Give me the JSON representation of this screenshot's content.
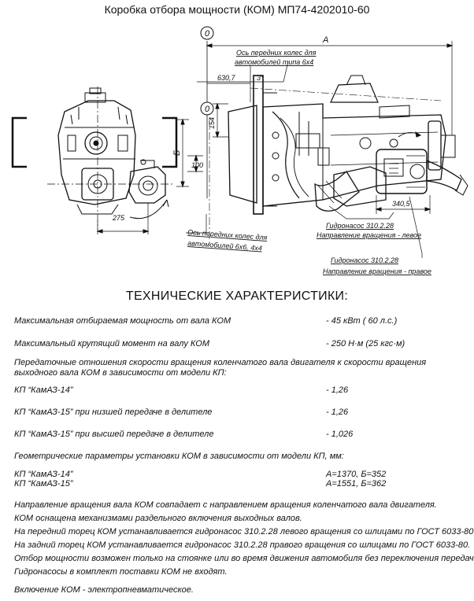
{
  "title": "Коробка отбора мощности (КОМ) МП74-4202010-60",
  "drawing": {
    "label_zero_top": "0",
    "label_zero_mid": "0",
    "label_A": "A",
    "label_B": "Б",
    "dim_630": "630,7",
    "dim_3deg": "3°",
    "dim_154": "154",
    "dim_100": "100",
    "dim_275": "275",
    "dim_340": "340,5",
    "axis_6x4_line1": "Ось передних колес для",
    "axis_6x4_line2": "автомобилей типа 6х4",
    "axis_6x6_line1": "Ось передних колес для",
    "axis_6x6_line2": "автомобилей 6х6, 4х4",
    "pump_left_name": "Гидронасос 310.2.28",
    "pump_left_dir": "Направление вращения - левое",
    "pump_right_name": "Гидронасос 310.2.28",
    "pump_right_dir": "Направление вращения - правое"
  },
  "specs_title": "ТЕХНИЧЕСКИЕ ХАРАКТЕРИСТИКИ:",
  "specs": {
    "power_label": "Максимальная отбираемая мощность от вала КОМ",
    "power_value": "-  45 кВт ( 60 л.с.)",
    "torque_label": "Максимальный крутящий момент на валу КОМ",
    "torque_value": "- 250 Н·м (25 кгс·м)",
    "ratio_intro_1": "Передаточные отношения скорости вращения коленчатого вала двигателя к скорости вращения",
    "ratio_intro_2": "выходного вала КОМ в зависимости от модели КП:",
    "ratio_1_label": "КП “КамАЗ-14”",
    "ratio_1_value": "- 1,26",
    "ratio_2_label": "КП “КамАЗ-15” при низшей передаче в делителе",
    "ratio_2_value": "- 1,26",
    "ratio_3_label": "КП “КамАЗ-15” при  высшей передаче в делителе",
    "ratio_3_value": "- 1,026",
    "geom_intro": "Геометрические параметры установки КОМ в зависимости от модели КП, мм:",
    "geom_1_label": "КП “КамАЗ-14”",
    "geom_1_value": "А=1370,  Б=352",
    "geom_2_label": "КП “КамАЗ-15”",
    "geom_2_value": "А=1551,  Б=362"
  },
  "notes": [
    "Направление вращения вала  КОМ  совпадает с направлением вращения коленчатого вала двигателя.",
    "КОМ оснащена механизмами раздельного включения выходных валов.",
    "На передний торец  КОМ  устанавливается гидронасос 310.2.28  левого вращения со шлицами по ГОСТ 6033-80.",
    "На задний торец  КОМ  устанавливается гидронасос 310.2.28 правого вращения со шлицами по ГОСТ 6033-80.",
    "Отбор мощности возможен только на стоянке или во время движения автомобиля без переключения передач.",
    "Гидронасосы в комплект поставки  КОМ  не входят.",
    "Включение КОМ - электропневматическое."
  ]
}
